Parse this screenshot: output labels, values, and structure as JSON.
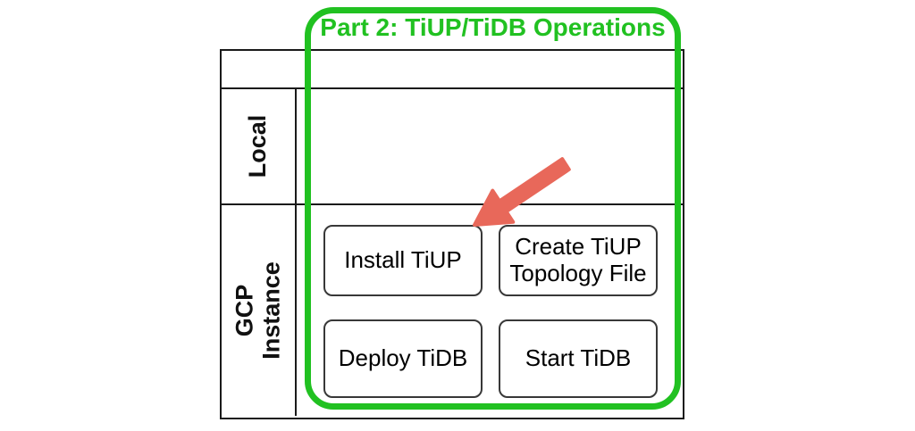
{
  "header": {
    "title": "Part 2: TiUP/TiDB Operations"
  },
  "table": {
    "row_headers": [
      "Local",
      "GCP Instance"
    ]
  },
  "steps": {
    "install_tiup": "Install TiUP",
    "create_topology": "Create TiUP Topology File",
    "deploy_tidb": "Deploy TiDB",
    "start_tidb": "Start TiDB"
  },
  "icons": {
    "arrow": "red-arrow-pointing-to-install-tiup"
  },
  "colors": {
    "highlight_green": "#21c121",
    "arrow_red": "#e8685a",
    "box_border": "#383838",
    "table_border": "#1a1a1a"
  }
}
